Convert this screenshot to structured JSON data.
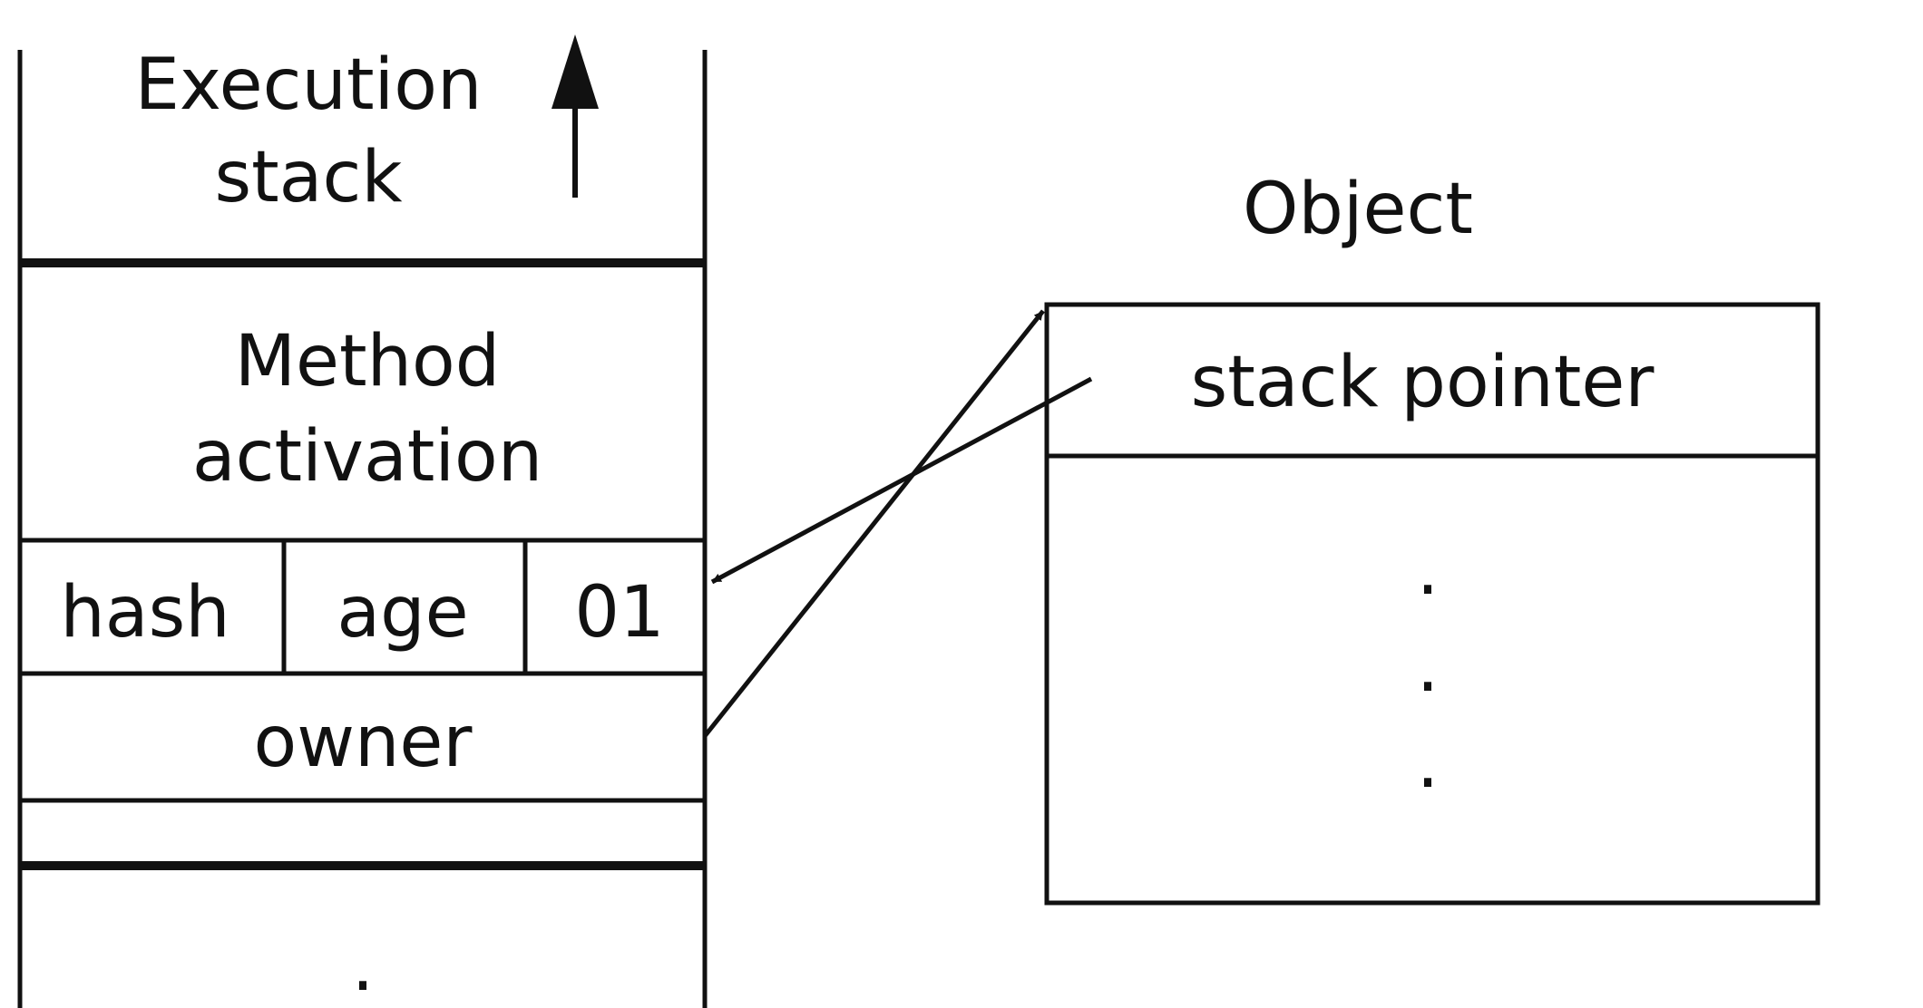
{
  "execution_stack": {
    "title_line1": "Execution",
    "title_line2": "stack",
    "method_line1": "Method",
    "method_line2": "activation",
    "hash_label": "hash",
    "age_label": "age",
    "bits_label": "01",
    "owner_label": "owner",
    "ellipsis_dot": "."
  },
  "object": {
    "title": "Object",
    "stack_pointer_label": "stack pointer",
    "ellipsis_dots": [
      ".",
      ".",
      "."
    ]
  },
  "colors": {
    "stroke": "#111111",
    "background": "#ffffff"
  }
}
